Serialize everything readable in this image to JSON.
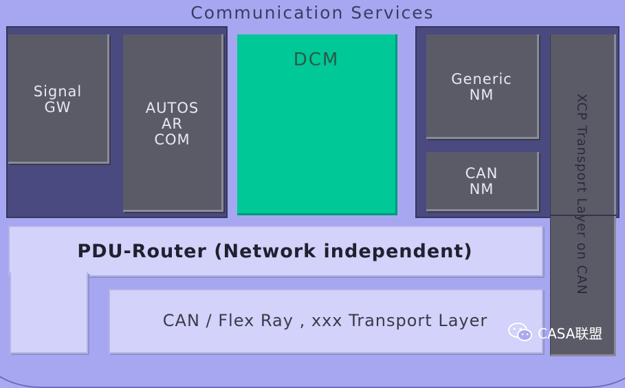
{
  "title": "Communication Services",
  "blocks": {
    "signal_gw": {
      "line1": "Signal",
      "line2": "GW"
    },
    "autosar_com": {
      "line1": "AUTOS",
      "line2": "AR",
      "line3": "COM"
    },
    "dcm": "DCM",
    "generic_nm": {
      "line1": "Generic",
      "line2": "NM"
    },
    "can_nm": {
      "line1": "CAN",
      "line2": "NM"
    },
    "xcp": "XCP Transport Layer on CAN",
    "pdu_router": "PDU-Router (Network independent)",
    "transport_layer": "CAN / Flex Ray , xxx  Transport Layer"
  },
  "watermark": {
    "text": "CASA联盟",
    "icon": "wechat-icon"
  },
  "colors": {
    "background": "#aaaaee",
    "panel": "#4a4a80",
    "module": "#5b5b68",
    "dcm": "#00c896",
    "light_box": "#d2d2fa"
  }
}
